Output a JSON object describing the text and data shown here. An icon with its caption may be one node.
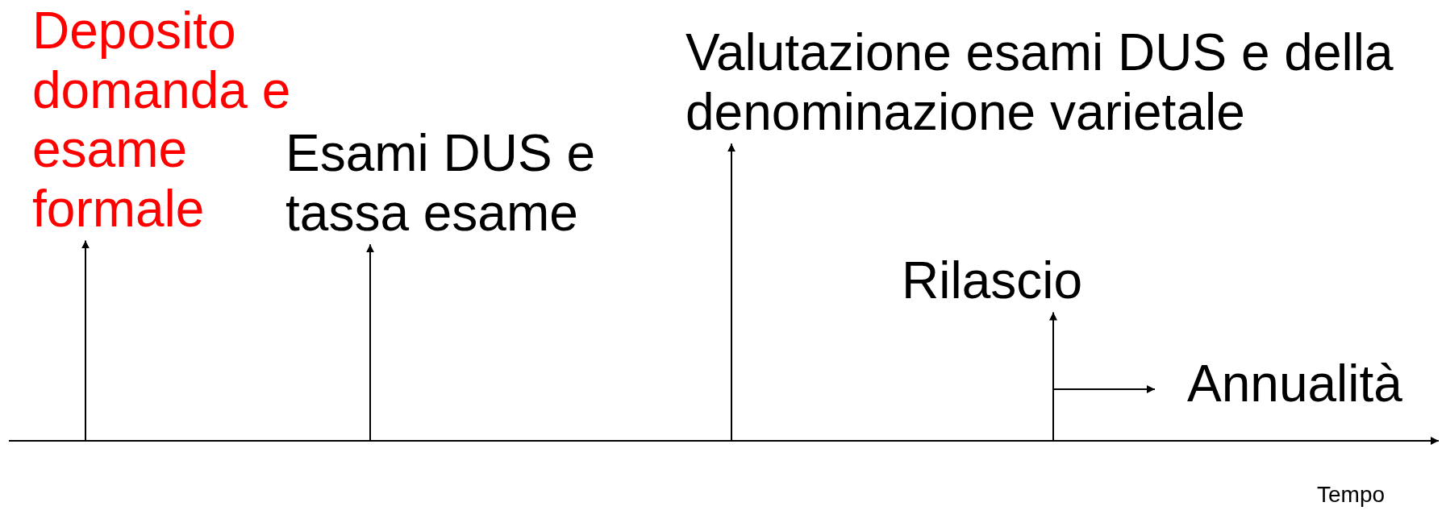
{
  "diagram": {
    "nodes": [
      {
        "text": [
          "Deposito domanda e esame formale"
        ]
      },
      {
        "text": [
          "Esami DUS e tassa esame"
        ]
      },
      {
        "text": [
          "Valutazione esami DUS e della denominazione varietale"
        ]
      },
      {
        "text": [
          "Rilascio"
        ]
      },
      {
        "text": [
          "Annualità"
        ]
      }
    ],
    "edges": [
      {
        "from": null,
        "to": 0,
        "arrow": "to"
      },
      {
        "from": null,
        "to": 1,
        "arrow": "to"
      },
      {
        "from": null,
        "to": 2,
        "arrow": "to"
      },
      {
        "from": null,
        "to": 3,
        "arrow": "to"
      },
      {
        "from": null,
        "to": 4,
        "arrow": "to"
      }
    ],
    "labels": [
      "Tempo"
    ]
  }
}
